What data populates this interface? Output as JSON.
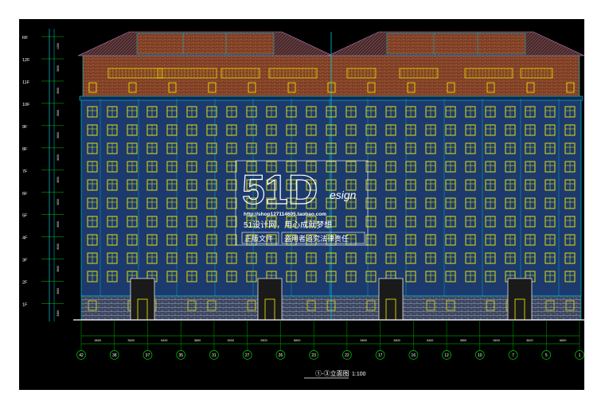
{
  "drawing": {
    "title": "①-③立面图",
    "scale": "1:100",
    "colors": {
      "background": "#000000",
      "window": "#f5f000",
      "wall": "#1c3a6e",
      "roof": "#6a3a2e",
      "accent_cyan": "#00c8d6",
      "axis_green": "#00c800",
      "base_stone": "#8a95a8"
    }
  },
  "levels": {
    "labels": [
      "RF",
      "12F",
      "11F",
      "10F",
      "9F",
      "8F",
      "7F",
      "6F",
      "5F",
      "4F",
      "3F",
      "2F",
      "1F"
    ],
    "dims": [
      "1200",
      "3000",
      "3000",
      "3000",
      "3000",
      "3000",
      "3000",
      "3000",
      "3000",
      "3000",
      "3000",
      "3000",
      "3300"
    ]
  },
  "axes": {
    "bubbles": [
      "42",
      "38",
      "37",
      "35",
      "31",
      "27",
      "26",
      "23",
      "22",
      "17",
      "16",
      "12",
      "10",
      "7",
      "5",
      "1"
    ],
    "spacings": [
      "6600",
      "3600",
      "6400",
      "3800",
      "5400",
      "2800",
      "6600",
      "",
      "6600",
      "2800",
      "5400",
      "3800",
      "6400",
      "3600",
      "6600"
    ]
  },
  "watermark": {
    "logo_main": "51D",
    "logo_script": "esign",
    "url": "http://shop127114605.taobao.com",
    "line1": "51设计网，用心成就梦想",
    "line2_left": "正版文件",
    "line2_right": "盗用者追究法律责任"
  }
}
